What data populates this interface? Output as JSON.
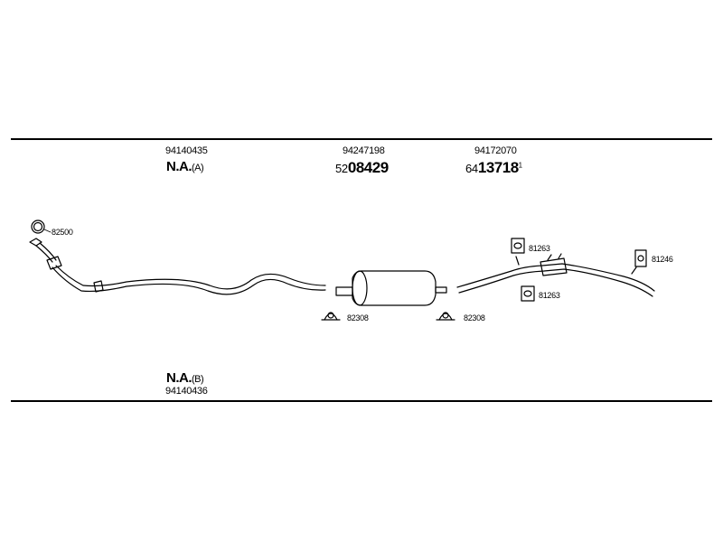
{
  "top_labels": {
    "left": {
      "part_number": "94140435",
      "code": "N.A.",
      "variant": "(A)"
    },
    "middle": {
      "part_number": "94247198",
      "prefix": "52",
      "main": "08429"
    },
    "right": {
      "part_number": "94172070",
      "prefix": "64",
      "main": "13718",
      "suffix": "1"
    }
  },
  "bottom_label": {
    "code": "N.A.",
    "variant": "(B)",
    "part_number": "94140436"
  },
  "callouts": {
    "front_ring": "82500",
    "clamp_left": "82308",
    "clamp_right": "82308",
    "hanger_top": "81263",
    "hanger_bottom": "81263",
    "hanger_rear": "81246"
  }
}
